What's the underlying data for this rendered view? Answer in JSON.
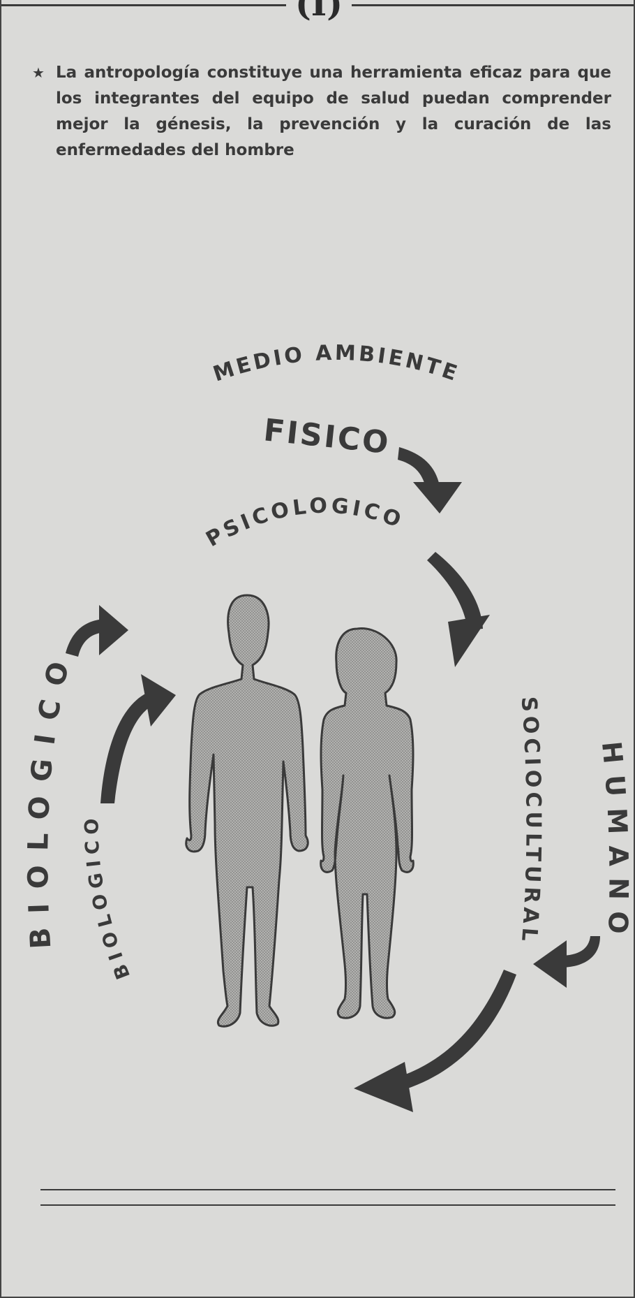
{
  "header": {
    "chapter_mark": "(I)"
  },
  "intro": {
    "bullet_icon": "star-icon",
    "text": "La antropología constituye una herramienta eficaz para que los integrantes del equipo de salud puedan comprender mejor la génesis, la prevención y la curación de las enfermedades del hombre"
  },
  "diagram": {
    "medio_ambiente": "MEDIO AMBIENTE",
    "fisico": "FISICO",
    "psicologico": "PSICOLOGICO",
    "biologico_outer": "BIOLOGICO",
    "biologico_inner": "BIOLOGICO",
    "sociocultural": "SOCIOCULTURAL",
    "humano": "HUMANO"
  },
  "colors": {
    "ink": "#3a3a3a",
    "paper": "#dadad8",
    "figure_fill": "#a9a9a7"
  }
}
